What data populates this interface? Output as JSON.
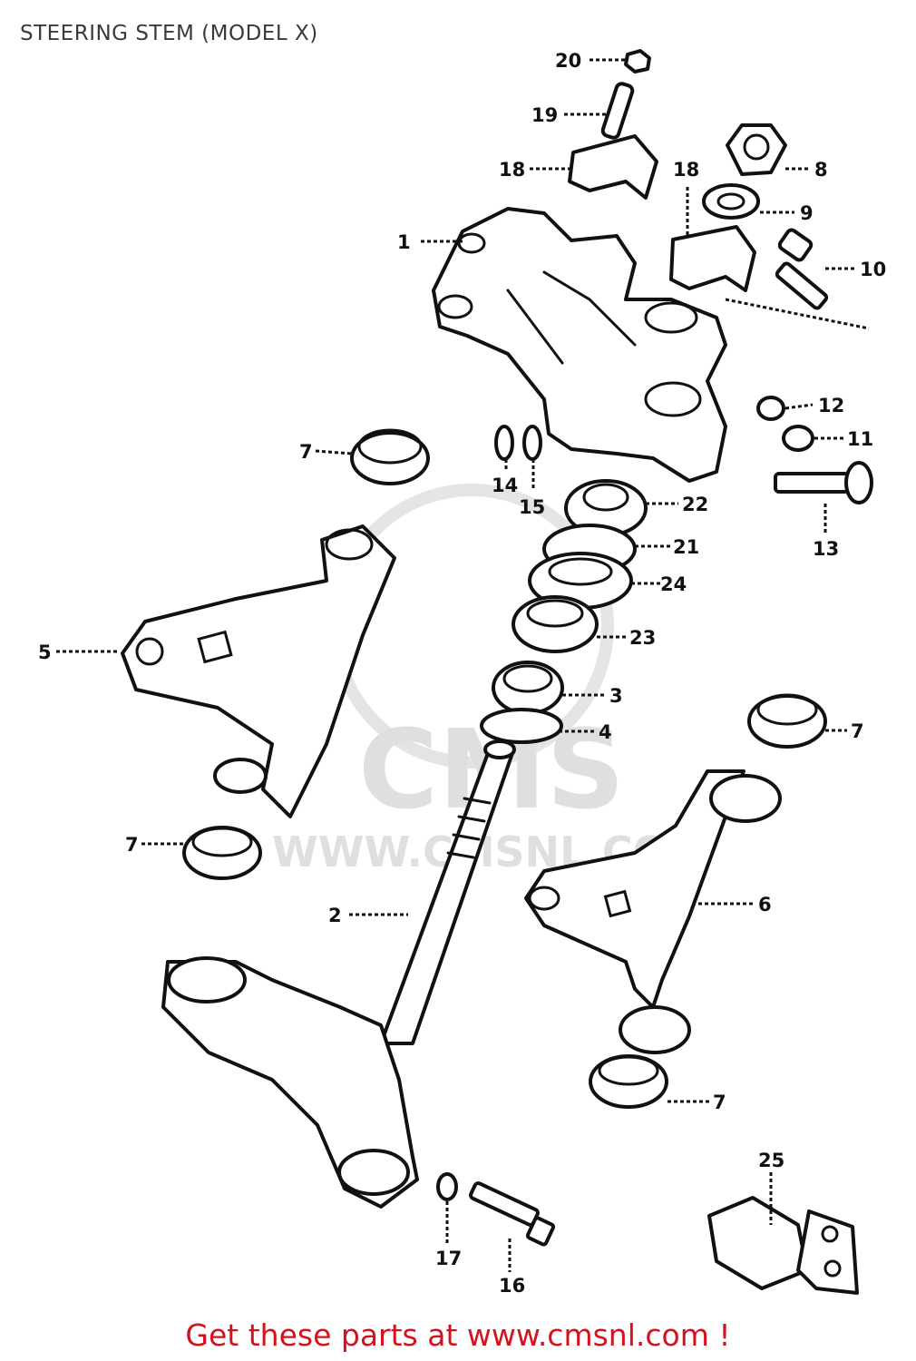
{
  "title": "STEERING STEM (MODEL X)",
  "footer": "Get these parts at www.cmsnl.com !",
  "watermark": {
    "logo": "CMS",
    "url": "WWW.CMSNL.COM"
  },
  "colors": {
    "footer": "#d4121e",
    "line": "#111111",
    "watermark": "#dcdcdc"
  },
  "callouts": [
    {
      "id": "c20",
      "label": "20"
    },
    {
      "id": "c19",
      "label": "19"
    },
    {
      "id": "c18a",
      "label": "18"
    },
    {
      "id": "c18b",
      "label": "18"
    },
    {
      "id": "c8",
      "label": "8"
    },
    {
      "id": "c9",
      "label": "9"
    },
    {
      "id": "c1",
      "label": "1"
    },
    {
      "id": "c10",
      "label": "10"
    },
    {
      "id": "c12",
      "label": "12"
    },
    {
      "id": "c11",
      "label": "11"
    },
    {
      "id": "c7a",
      "label": "7"
    },
    {
      "id": "c14",
      "label": "14"
    },
    {
      "id": "c15",
      "label": "15"
    },
    {
      "id": "c22",
      "label": "22"
    },
    {
      "id": "c13",
      "label": "13"
    },
    {
      "id": "c21",
      "label": "21"
    },
    {
      "id": "c24",
      "label": "24"
    },
    {
      "id": "c5",
      "label": "5"
    },
    {
      "id": "c23",
      "label": "23"
    },
    {
      "id": "c3",
      "label": "3"
    },
    {
      "id": "c4",
      "label": "4"
    },
    {
      "id": "c7b",
      "label": "7"
    },
    {
      "id": "c7c",
      "label": "7"
    },
    {
      "id": "c6",
      "label": "6"
    },
    {
      "id": "c2",
      "label": "2"
    },
    {
      "id": "c7d",
      "label": "7"
    },
    {
      "id": "c25",
      "label": "25"
    },
    {
      "id": "c17",
      "label": "17"
    },
    {
      "id": "c16",
      "label": "16"
    }
  ]
}
